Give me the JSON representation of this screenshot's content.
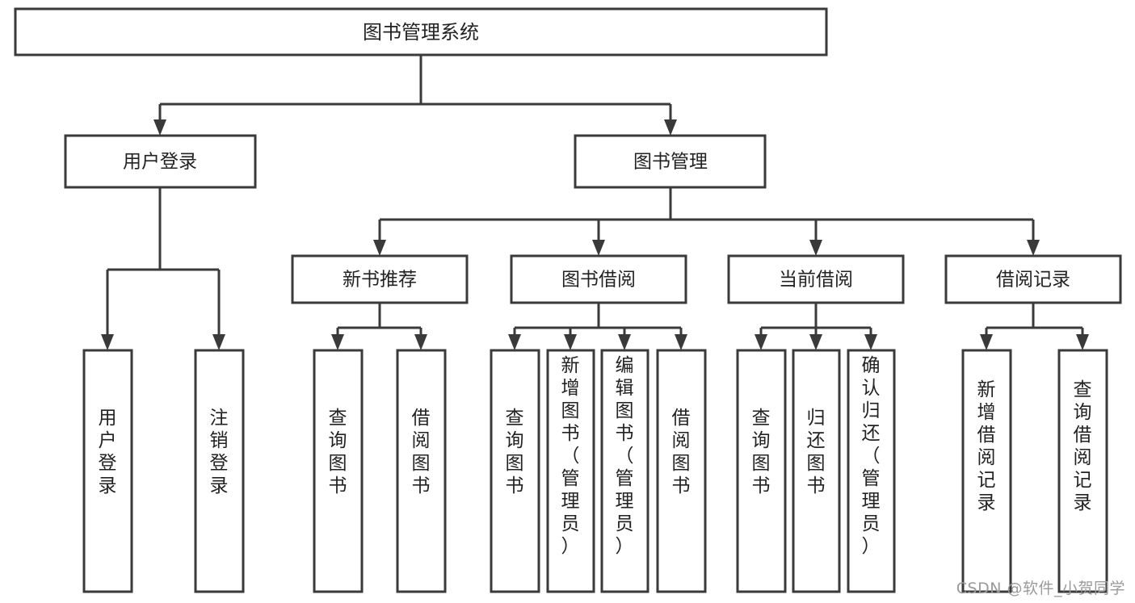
{
  "diagram": {
    "type": "tree",
    "title": "图书管理系统",
    "root": {
      "id": "root",
      "label": "图书管理系统",
      "orientation": "horizontal"
    },
    "level2": [
      {
        "id": "user-login",
        "label": "用户登录",
        "orientation": "horizontal"
      },
      {
        "id": "book-manage",
        "label": "图书管理",
        "orientation": "horizontal"
      }
    ],
    "level3": [
      {
        "id": "new-book-recommend",
        "label": "新书推荐",
        "parent": "book-manage",
        "orientation": "horizontal"
      },
      {
        "id": "book-borrow",
        "label": "图书借阅",
        "parent": "book-manage",
        "orientation": "horizontal"
      },
      {
        "id": "current-borrow",
        "label": "当前借阅",
        "parent": "book-manage",
        "orientation": "horizontal"
      },
      {
        "id": "borrow-record",
        "label": "借阅记录",
        "parent": "book-manage",
        "orientation": "horizontal"
      }
    ],
    "leaves": [
      {
        "id": "leaf-user-login",
        "label": "用户登录",
        "parent": "user-login",
        "orientation": "vertical"
      },
      {
        "id": "leaf-user-logout",
        "label": "注销登录",
        "parent": "user-login",
        "orientation": "vertical"
      },
      {
        "id": "leaf-query-book-1",
        "label": "查询图书",
        "parent": "new-book-recommend",
        "orientation": "vertical"
      },
      {
        "id": "leaf-borrow-book-1",
        "label": "借阅图书",
        "parent": "new-book-recommend",
        "orientation": "vertical"
      },
      {
        "id": "leaf-query-book-2",
        "label": "查询图书",
        "parent": "book-borrow",
        "orientation": "vertical"
      },
      {
        "id": "leaf-add-book",
        "label": "新增图书（管理员）",
        "parent": "book-borrow",
        "orientation": "vertical"
      },
      {
        "id": "leaf-edit-book",
        "label": "编辑图书（管理员）",
        "parent": "book-borrow",
        "orientation": "vertical"
      },
      {
        "id": "leaf-borrow-book-2",
        "label": "借阅图书",
        "parent": "book-borrow",
        "orientation": "vertical"
      },
      {
        "id": "leaf-query-book-3",
        "label": "查询图书",
        "parent": "current-borrow",
        "orientation": "vertical"
      },
      {
        "id": "leaf-return-book",
        "label": "归还图书",
        "parent": "current-borrow",
        "orientation": "vertical"
      },
      {
        "id": "leaf-confirm-return",
        "label": "确认归还（管理员）",
        "parent": "current-borrow",
        "orientation": "vertical"
      },
      {
        "id": "leaf-add-record",
        "label": "新增借阅记录",
        "parent": "borrow-record",
        "orientation": "vertical"
      },
      {
        "id": "leaf-query-record",
        "label": "查询借阅记录",
        "parent": "borrow-record",
        "orientation": "vertical"
      }
    ],
    "colors": {
      "stroke": "#3a3a3a",
      "fill": "#ffffff",
      "text": "#222222",
      "watermark": "#9a9a9a"
    }
  },
  "watermark": {
    "text": "CSDN @软件_小贺同学"
  }
}
